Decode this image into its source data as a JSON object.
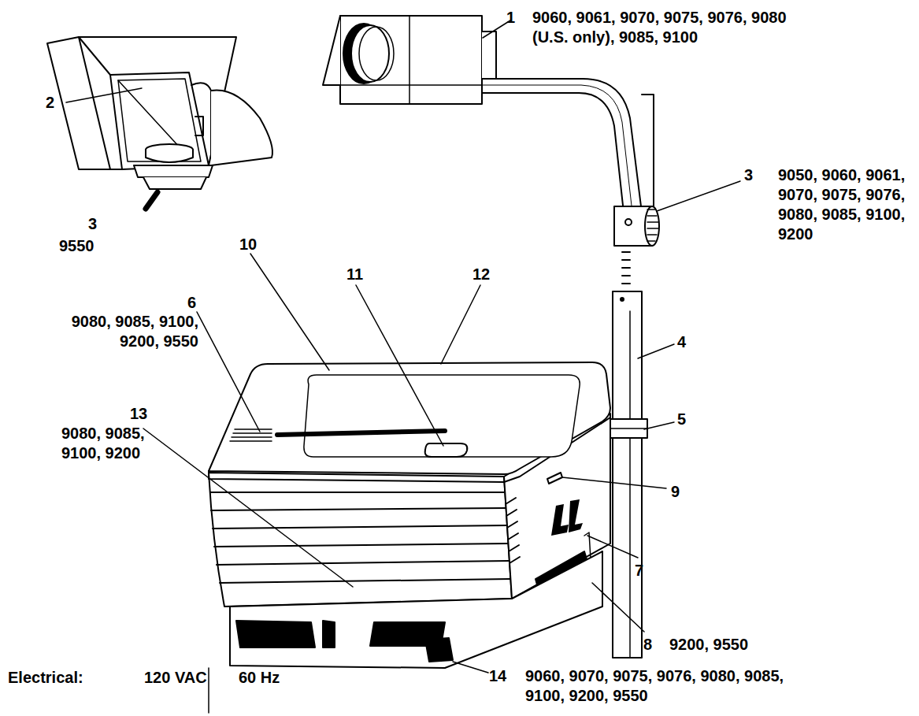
{
  "diagram": {
    "labels": [
      "1",
      "9060, 9061, 9070, 9075, 9076, 9080 (U.S. only), 9085, 9100",
      "2",
      "3",
      "9050, 9060, 9061, 9070, 9075, 9076, 9080, 9085, 9100, 9200",
      "3",
      "9550",
      "10",
      "11",
      "12",
      "6",
      "9080, 9085, 9100, 9200, 9550",
      "4",
      "5",
      "13",
      "9080, 9085, 9100, 9200",
      "9",
      "7",
      "8",
      "9200, 9550",
      "14",
      "9060, 9070, 9075, 9076, 9080, 9085, 9100, 9200, 9550",
      "Electrical:",
      "120 VAC",
      "60 Hz"
    ]
  }
}
